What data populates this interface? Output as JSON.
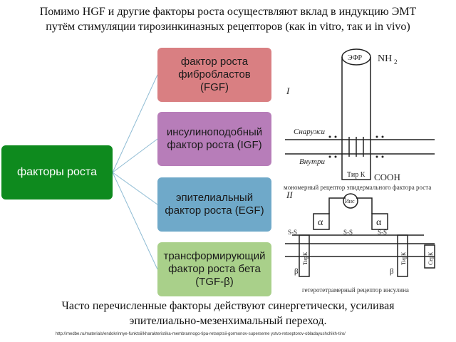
{
  "title": {
    "line1": "Помимо HGF и другие факторы роста осуществляют вклад в индукцию ЭМТ",
    "line2": "путём стимуляции тирозинкиназных рецепторов (как in vitro, так и in vivo)"
  },
  "tree": {
    "root": "факторы роста",
    "children": [
      {
        "line1": "фактор роста",
        "line2": "фибробластов (FGF)",
        "color": "#d97f82"
      },
      {
        "line1": "инсулиноподобный",
        "line2": "фактор роста (IGF)",
        "color": "#b77db9"
      },
      {
        "line1": "эпителиальный",
        "line2": "фактор роста (EGF)",
        "color": "#6fa9c9"
      },
      {
        "line1": "трансформирующий",
        "line2": "фактор роста бета",
        "line3": "(TGF-β)",
        "color": "#a9d08a"
      }
    ]
  },
  "figure_top": {
    "roman": "I",
    "efr": "ЭФР",
    "nh2": "NH",
    "nh2_sub": "2",
    "outside": "Снаружи",
    "inside": "Внутри",
    "tyrk": "Тир К",
    "cooh": "СООН",
    "caption": "мономерный рецептор эпидермального фактора роста"
  },
  "figure_bottom": {
    "roman": "II",
    "ins": "Инс",
    "alpha": "α",
    "ss": "S-S",
    "tyrk": "ТирК",
    "beta": "β",
    "serk": "СерК",
    "caption": "гетеротетрамерный рецептор инсулина"
  },
  "bottom_text": {
    "line1": "Часто перечисленные факторы действуют синергетически, усиливая",
    "line2": "эпителиально-мезенхимальный переход."
  },
  "url": "http://medbe.ru/materials/endokrinnye-funktsii/kharakteristika-membrannogo-tipa-retseptsii-gormonov-superseme ystvo-retseptorov-obladayushchikh-tiro/"
}
